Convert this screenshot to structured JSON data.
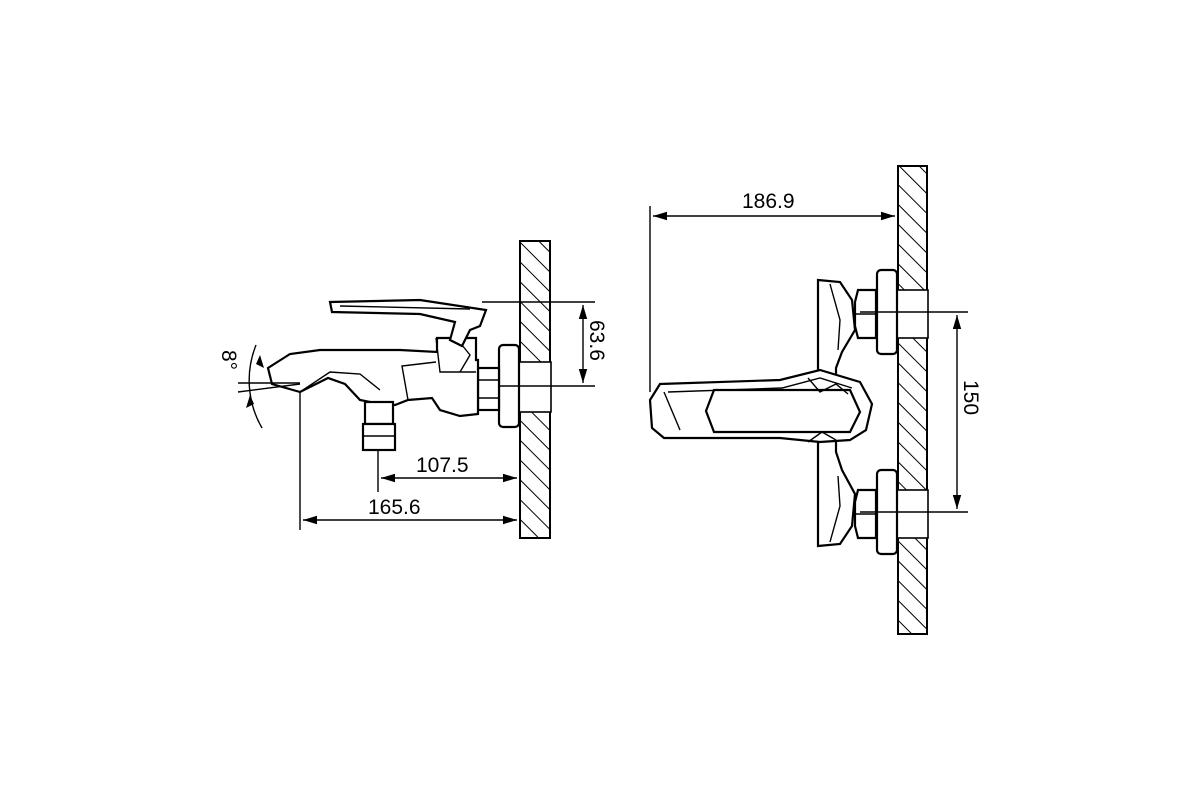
{
  "side_view": {
    "angle_label": "8°",
    "dim_height": "63.6",
    "dim_spout_offset": "107.5",
    "dim_total_length": "165.6"
  },
  "front_view": {
    "dim_projection": "186.9",
    "dim_centers": "150"
  }
}
